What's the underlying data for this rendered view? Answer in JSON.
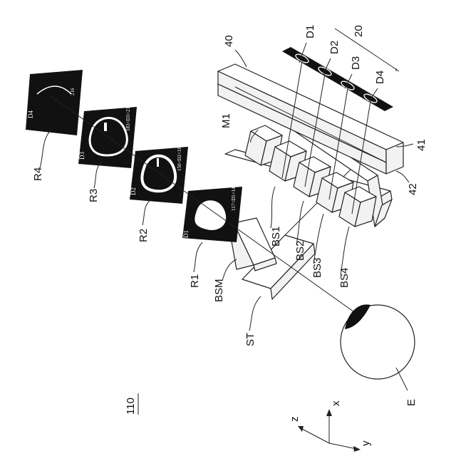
{
  "figure_number": "110",
  "labels": {
    "l40": "40",
    "l20": "20",
    "d1": "D1",
    "d2": "D2",
    "d3": "D3",
    "d4": "D4",
    "m1": "M1",
    "l41": "41",
    "l42": "42",
    "r4": "R4",
    "r3": "R3",
    "r2": "R2",
    "r1": "R1",
    "bsm": "BSM",
    "st": "ST",
    "bs1": "BS1",
    "bs2": "BS2",
    "bs3": "BS3",
    "bs4": "BS4",
    "e": "E"
  },
  "image_labels": {
    "r1_tag": "D1",
    "r1_range": "117<D1<149",
    "r2_tag": "D2",
    "r2_range": "150<D2<182",
    "r3_tag": "D3",
    "r3_range": "183<D3<215",
    "r4_tag": "D4",
    "r4_range": "216"
  },
  "axes": {
    "x": "x",
    "y": "y",
    "z": "z"
  }
}
